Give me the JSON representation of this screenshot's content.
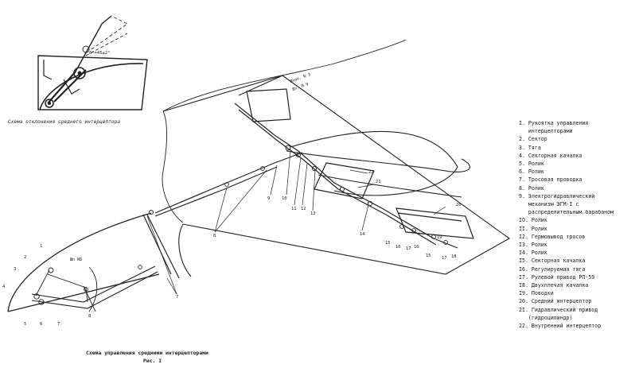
{
  "legend": {
    "items": [
      "I. Рукоятка управления\n   интерцепторами",
      "2. Сектор",
      "3. Тяга",
      "4. Секторная качалка",
      "5. Ролик",
      "6. Ролик",
      "7. Тросовая проводка",
      "8. Ролик",
      "9. Электрогидравлический\n   механизм ЭГМ-I с\n   распределительным барабаном",
      "IO. Ролик",
      "II. Ролик",
      "I2. Гермовывод тросов",
      "I3. Ролик",
      "I4. Ролик",
      "I5. Секторная качалка",
      "I6. Регулируемая тяга",
      "I7. Рулевой привод РП-59",
      "I8. Двухплечая качалка",
      "I9. Поводки",
      "20. Средний интерцептор",
      "2I. Гидравлический привод\n   (гидроцилиндр)",
      "22. Внутренний интерцептор"
    ]
  },
  "inset": {
    "caption": "Схема отклонения среднего интерцептора",
    "angle_label": "δ°=45±2°"
  },
  "frame_labels": {
    "frame1": "Шпан. N 3",
    "frame2": "Шп. N 9",
    "frame3": "Шп N8"
  },
  "part_labels": [
    "1",
    "2",
    "3",
    "4",
    "5",
    "6",
    "7",
    "7",
    "8",
    "8",
    "9",
    "10",
    "11",
    "12",
    "13",
    "14",
    "15",
    "16",
    "17",
    "16",
    "15",
    "17",
    "18",
    "19",
    "20",
    "21",
    "22"
  ],
  "caption": {
    "title": "Схема управления средними интерцепторами",
    "figure": "Рис. I"
  }
}
